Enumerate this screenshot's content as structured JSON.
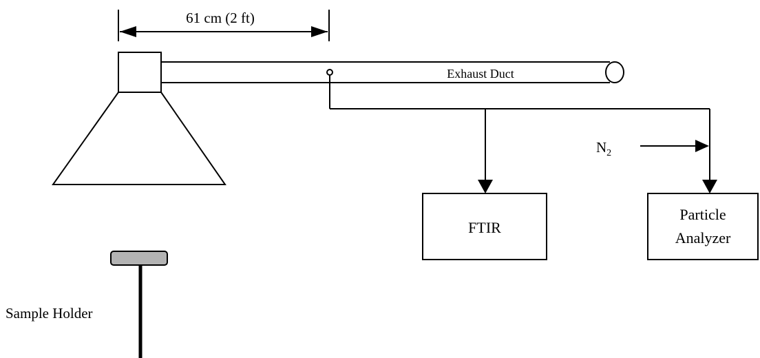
{
  "diagram": {
    "dimension_label": "61 cm (2 ft)",
    "duct_label": "Exhaust Duct",
    "ftir_label": "FTIR",
    "analyzer_label_line1": "Particle",
    "analyzer_label_line2": "Analyzer",
    "n2_label": "N",
    "n2_subscript": "2",
    "sample_holder_label": "Sample Holder",
    "colors": {
      "line": "#000000",
      "sample_holder_plate": "#b3b3b3",
      "background": "#ffffff"
    }
  }
}
